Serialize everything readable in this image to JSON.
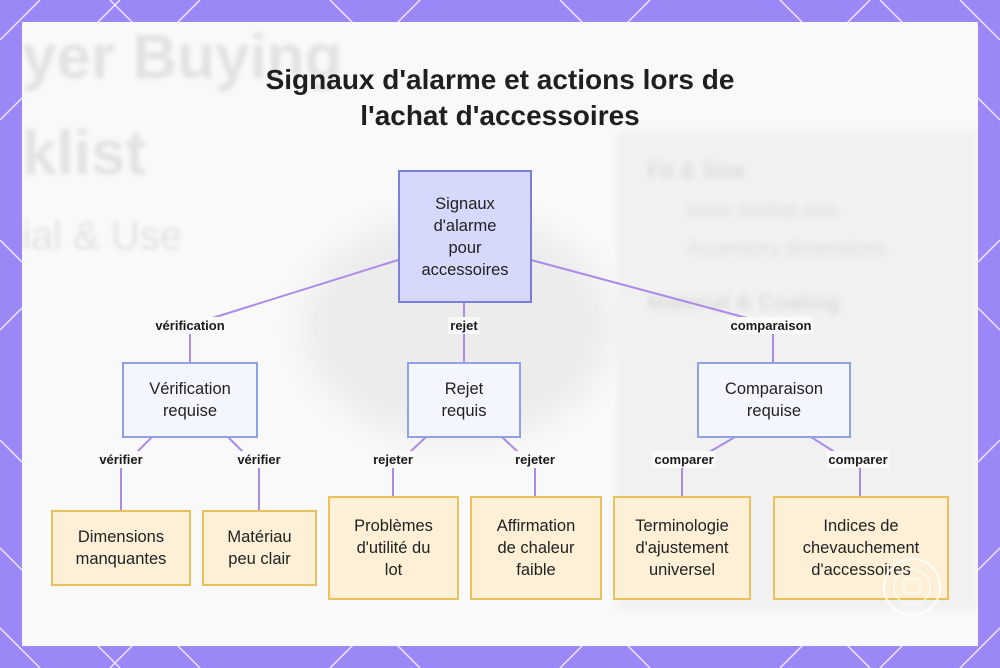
{
  "title": "Signaux d'alarme et actions lors de l'achat d'accessoires",
  "title_lines": [
    "Signaux d'alarme et actions lors de",
    "l'achat d'accessoires"
  ],
  "background_ghost": {
    "heading_lines": [
      "yer Buying",
      "klist"
    ],
    "subheading": "ial & Use",
    "panel_items": [
      "Fit & Size",
      "Inner basket size",
      "Accessory dimensions",
      "Material & Coating"
    ]
  },
  "colors": {
    "frame": "#9b87f5",
    "root_fill": "#d6d9fb",
    "root_border": "#7b7fd6",
    "mid_fill": "#f4f6ff",
    "mid_border": "#8fa2e6",
    "leaf_fill": "#fdf0d7",
    "leaf_border": "#e9c15c",
    "edge": "#a98be8"
  },
  "nodes": {
    "root": {
      "lines": [
        "Signaux",
        "d'alarme",
        "pour",
        "accessoires"
      ]
    },
    "verif": {
      "lines": [
        "Vérification",
        "requise"
      ]
    },
    "rejet": {
      "lines": [
        "Rejet",
        "requis"
      ]
    },
    "compar": {
      "lines": [
        "Comparaison",
        "requise"
      ]
    },
    "dims": {
      "lines": [
        "Dimensions",
        "manquantes"
      ]
    },
    "materiau": {
      "lines": [
        "Matériau",
        "peu clair"
      ]
    },
    "lot": {
      "lines": [
        "Problèmes",
        "d'utilité du",
        "lot"
      ]
    },
    "chaleur": {
      "lines": [
        "Affirmation",
        "de chaleur",
        "faible"
      ]
    },
    "termino": {
      "lines": [
        "Terminologie",
        "d'ajustement",
        "universel"
      ]
    },
    "indices": {
      "lines": [
        "Indices de",
        "chevauchement",
        "d'accessoires"
      ]
    }
  },
  "edge_labels": {
    "verification": "vérification",
    "rejet": "rejet",
    "comparaison": "comparaison",
    "verifier_1": "vérifier",
    "verifier_2": "vérifier",
    "rejeter_1": "rejeter",
    "rejeter_2": "rejeter",
    "comparer_1": "comparer",
    "comparer_2": "comparer"
  }
}
